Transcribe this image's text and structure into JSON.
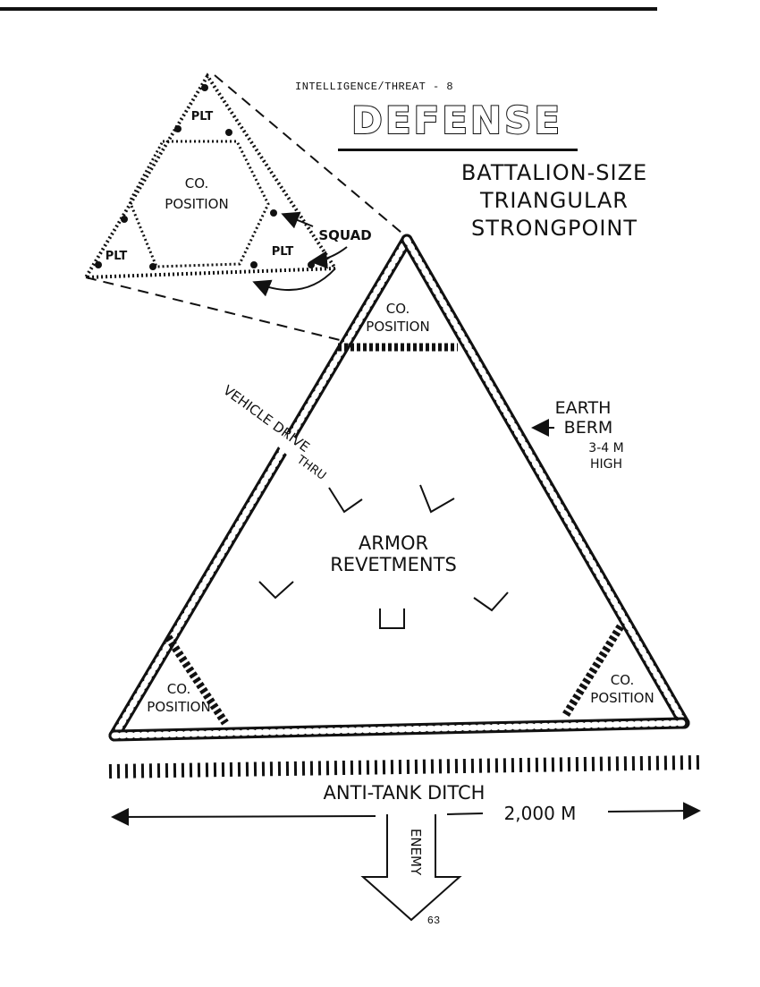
{
  "header": "INTELLIGENCE/THREAT - 8",
  "title": "DEFENSE",
  "subtitle": [
    "BATTALION-SIZE",
    "TRIANGULAR",
    "STRONGPOINT"
  ],
  "inset": {
    "plt": "PLT",
    "co_position": [
      "CO.",
      "POSITION"
    ],
    "squad": "SQUAD"
  },
  "main": {
    "co_position": [
      "CO.",
      "POSITION"
    ],
    "earth_berm": [
      "EARTH",
      "BERM",
      "3-4 M",
      "HIGH"
    ],
    "vehicle_drive": [
      "VEHICLE DRIVE",
      "THRU"
    ],
    "armor_revetments": [
      "ARMOR",
      "REVETMENTS"
    ],
    "anti_tank_ditch": "ANTI-TANK DITCH",
    "width": "2,000 M",
    "enemy": "ENEMY"
  },
  "page_number": "63"
}
